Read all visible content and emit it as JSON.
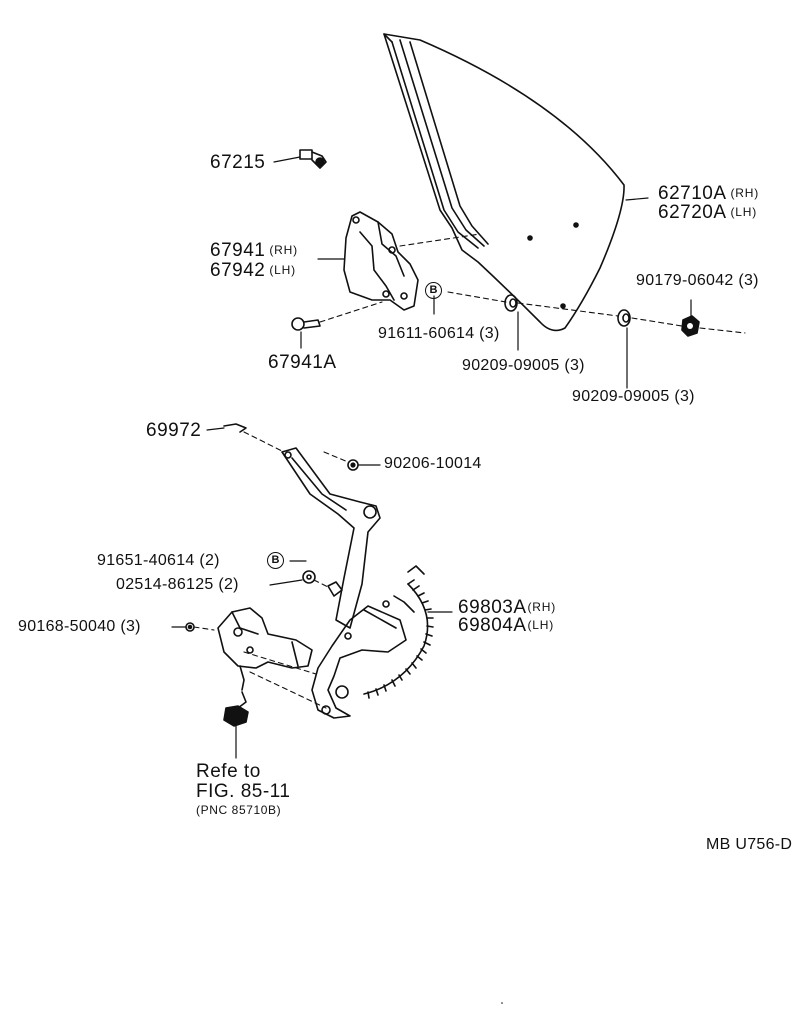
{
  "callouts": {
    "glass_rh": {
      "part": "62710A",
      "side": "(RH)"
    },
    "glass_lh": {
      "part": "62720A",
      "side": "(LH)"
    },
    "pin": "67215",
    "bracket_rh": {
      "part": "67941",
      "side": "(RH)"
    },
    "bracket_lh": {
      "part": "67942",
      "side": "(LH)"
    },
    "bracket_bolt": "67941A",
    "bolt_b": "91611-60614 (3)",
    "nut_top": "90179-06042 (3)",
    "bushing_left": "90209-09005 (3)",
    "bushing_right": "90209-09005 (3)",
    "clip": "69972",
    "washer": "90206-10014",
    "bolt_b_lower": "91651-40614 (2)",
    "washer_lower": "02514-86125 (2)",
    "motor_bolt": "90168-50040 (3)",
    "regulator_rh": {
      "part": "69803A",
      "side": "(RH)"
    },
    "regulator_lh": {
      "part": "69804A",
      "side": "(LH)"
    },
    "refer_line1": "Refe to",
    "refer_line2": "FIG. 85-11",
    "refer_line3": "(PNC 85710B)",
    "diagram_code": "MB U756-D"
  },
  "badges": {
    "b_top": "B",
    "b_lower": "B"
  }
}
